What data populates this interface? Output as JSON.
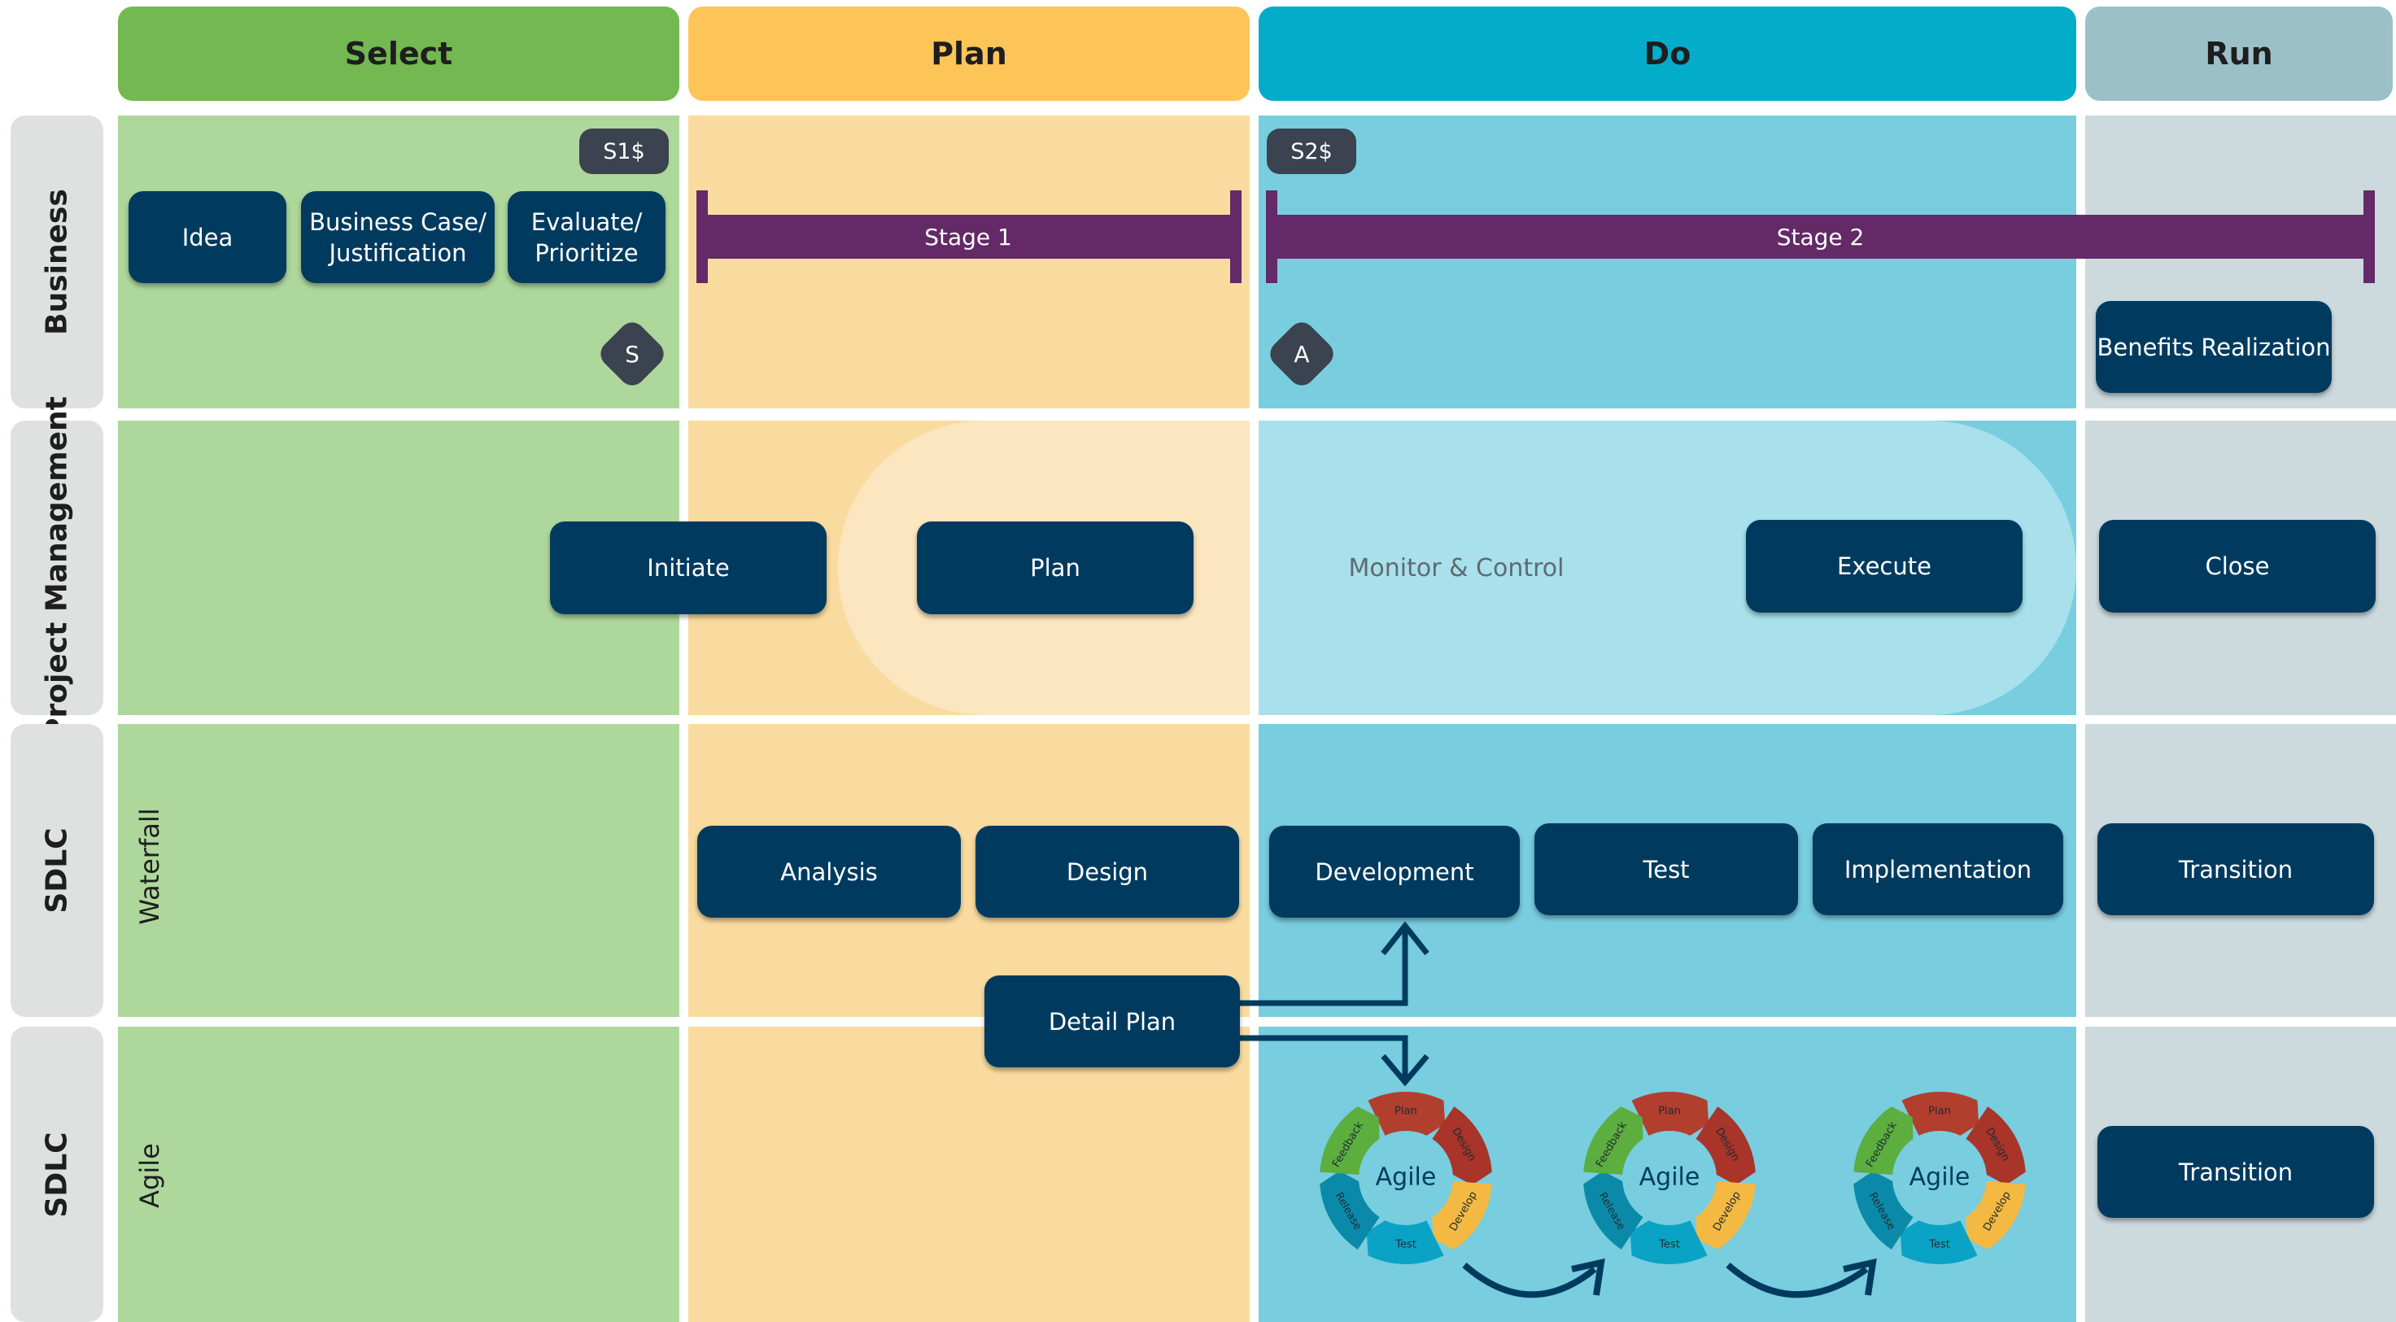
{
  "columns": [
    "Select",
    "Plan",
    "Do",
    "Run"
  ],
  "rows": [
    "Business",
    "Project Management",
    "SDLC",
    "SDLC"
  ],
  "sublabels": {
    "waterfall": "Waterfall",
    "agile": "Agile"
  },
  "business": {
    "s1": "S1$",
    "s2": "S2$",
    "idea": "Idea",
    "business_case": [
      "Business Case/",
      "Justification"
    ],
    "evaluate": [
      "Evaluate/",
      "Prioritize"
    ],
    "gate_s": "S",
    "gate_a": "A",
    "stage1": "Stage 1",
    "stage2": "Stage 2",
    "benefits": "Benefits Realization"
  },
  "pm": {
    "initiate": "Initiate",
    "plan": "Plan",
    "monitor": "Monitor & Control",
    "execute": "Execute",
    "close": "Close"
  },
  "waterfall": {
    "analysis": "Analysis",
    "design": "Design",
    "development": "Development",
    "test": "Test",
    "implementation": "Implementation",
    "transition": "Transition",
    "detail_plan": "Detail Plan"
  },
  "agile": {
    "transition": "Transition",
    "cycle_center": "Agile",
    "cycle_segments": [
      "Plan",
      "Design",
      "Develop",
      "Test",
      "Release",
      "Feedback"
    ]
  },
  "colors": {
    "select_head": "#74b851",
    "select_body": "#aed79c",
    "plan_head": "#fdc558",
    "plan_body": "#fadb9f",
    "do_head": "#03adc9",
    "do_body": "#78cddf",
    "run_head": "#9cc0c8",
    "run_body": "#cddadd",
    "box": "#003b5f",
    "stage": "#632a67",
    "gate": "#3b4250"
  }
}
